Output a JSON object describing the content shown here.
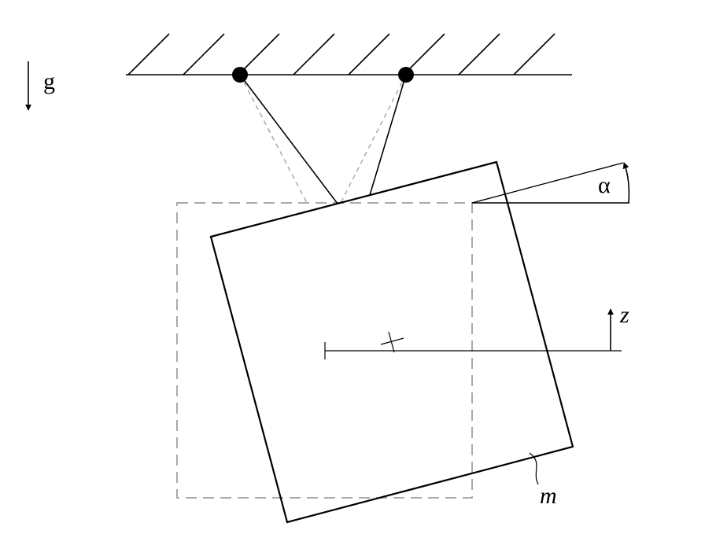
{
  "labels": {
    "gravity": "g",
    "angle": "α",
    "vertical_coordinate": "z",
    "mass": "m"
  },
  "colors": {
    "line": "#000000",
    "reference": "#aaaaaa"
  }
}
